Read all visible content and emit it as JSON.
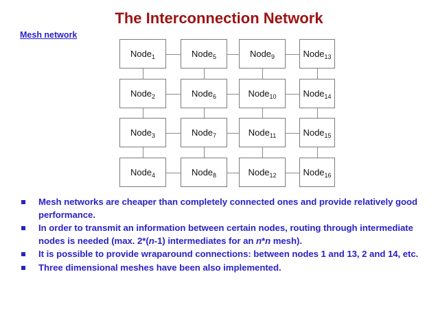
{
  "slide": {
    "title": "The Interconnection Network",
    "section_link": "Mesh network",
    "title_color": "#9C1212",
    "text_color": "#2B22C4",
    "node_border_color": "#7b7b7b",
    "link_color": "#8a8a8a"
  },
  "diagram": {
    "type": "mesh-network-grid",
    "rows": 4,
    "cols": 4,
    "node_prefix": "Node",
    "nodes": [
      {
        "prefix": "Node",
        "index": "1",
        "col": 0,
        "row": 0
      },
      {
        "prefix": "Node",
        "index": "2",
        "col": 0,
        "row": 1
      },
      {
        "prefix": "Node",
        "index": "3",
        "col": 0,
        "row": 2
      },
      {
        "prefix": "Node",
        "index": "4",
        "col": 0,
        "row": 3
      },
      {
        "prefix": "Node",
        "index": "5",
        "col": 1,
        "row": 0
      },
      {
        "prefix": "Node",
        "index": "6",
        "col": 1,
        "row": 1
      },
      {
        "prefix": "Node",
        "index": "7",
        "col": 1,
        "row": 2
      },
      {
        "prefix": "Node",
        "index": "8",
        "col": 1,
        "row": 3
      },
      {
        "prefix": "Node",
        "index": "9",
        "col": 2,
        "row": 0
      },
      {
        "prefix": "Node",
        "index": "10",
        "col": 2,
        "row": 1
      },
      {
        "prefix": "Node",
        "index": "11",
        "col": 2,
        "row": 2
      },
      {
        "prefix": "Node",
        "index": "12",
        "col": 2,
        "row": 3
      },
      {
        "prefix": "Node",
        "index": "13",
        "col": 3,
        "row": 0
      },
      {
        "prefix": "Node",
        "index": "14",
        "col": 3,
        "row": 1
      },
      {
        "prefix": "Node",
        "index": "15",
        "col": 3,
        "row": 2
      },
      {
        "prefix": "Node",
        "index": "16",
        "col": 3,
        "row": 3
      }
    ]
  },
  "bullets": [
    {
      "id": "bullet-cheaper",
      "html": "Mesh networks are cheaper than completely connected ones and provide relatively good performance."
    },
    {
      "id": "bullet-routing",
      "html": "In order to transmit an information between certain nodes, routing through intermediate nodes is needed (max. 2*(<i>n</i>-1) intermediates for an <i>n</i>*<i>n</i> mesh)."
    },
    {
      "id": "bullet-wraparound",
      "html": "It is possible to provide wraparound connections: between nodes 1 and 13, 2 and 14, etc."
    },
    {
      "id": "bullet-three-dimensional",
      "html": "Three dimensional meshes have been also implemented."
    }
  ]
}
